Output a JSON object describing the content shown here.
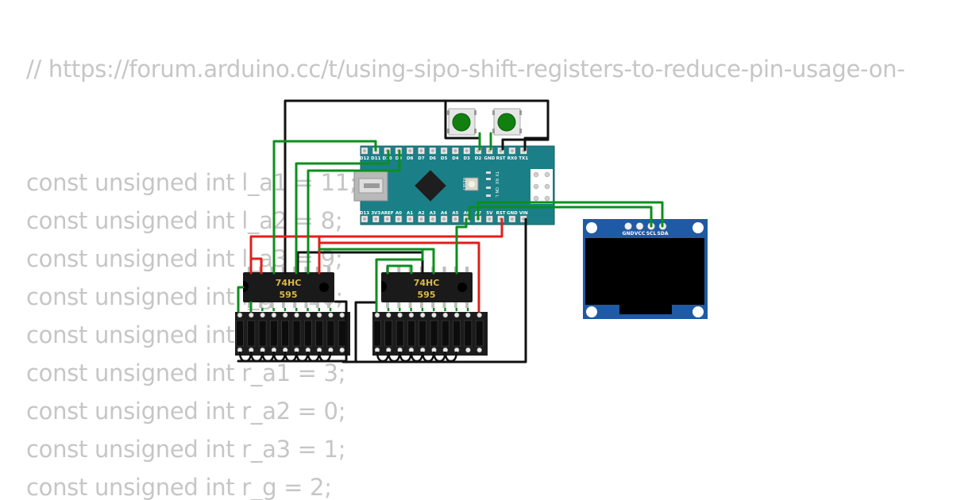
{
  "code": {
    "lines": [
      "// https://forum.arduino.cc/t/using-sipo-shift-registers-to-reduce-pin-usage-on-",
      "const unsigned int l_a1 = 11;",
      "const unsigned int l_a2 = 8;",
      "const unsigned int l_a3 = 9;",
      "const unsigned int l_g = 10;",
      "const unsigned int l_p = 12;",
      "const unsigned int r_a1 = 3;",
      "const unsigned int r_a2 = 0;",
      "const unsigned int r_a3 = 1;",
      "const unsigned int r_g = 2;"
    ]
  },
  "nano": {
    "top_pins": [
      "D12",
      "D11",
      "D10",
      "D9",
      "D8",
      "D7",
      "D6",
      "D5",
      "D4",
      "D3",
      "D2",
      "GND",
      "RST",
      "RX0",
      "TX1"
    ],
    "bottom_pins": [
      "D13",
      "3V3",
      "AREF",
      "A0",
      "A1",
      "A2",
      "A3",
      "A4",
      "A5",
      "A6",
      "A7",
      "5V",
      "RST",
      "GND",
      "VIN"
    ],
    "reset_label": "RESET",
    "led_labels": [
      "TX",
      "RX",
      "ON",
      "L"
    ]
  },
  "chips": [
    {
      "line1": "74HC",
      "line2": "595"
    },
    {
      "line1": "74HC",
      "line2": "595"
    }
  ],
  "oled": {
    "pins": [
      "GND",
      "VCC",
      "SCL",
      "SDA"
    ]
  },
  "colors": {
    "board": "#1b7f88",
    "wire_green": "#0b8f1c",
    "wire_red": "#e0201c",
    "wire_black": "#111111",
    "chip_label": "#d9b84a",
    "oled_pcb": "#1e5aa5",
    "code_text": "#c6c6c6"
  }
}
